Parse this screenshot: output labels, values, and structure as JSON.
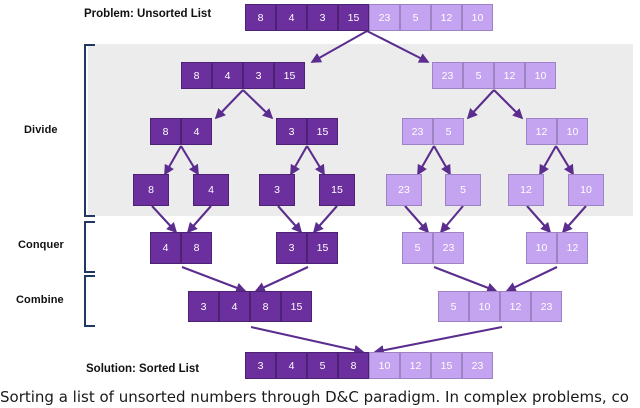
{
  "figure": {
    "caption": "Sorting a list of unsorted numbers through D&C paradigm. In complex problems, co",
    "colors": {
      "dark_purple": "#6b2f9e",
      "light_purple": "#c4a3f0",
      "arrow": "#5b2d8e",
      "bracket": "#1f3864",
      "band": "#ececec"
    }
  },
  "labels": {
    "problem": "Problem: Unsorted List",
    "divide": "Divide",
    "conquer": "Conquer",
    "combine": "Combine",
    "solution": "Solution: Sorted List"
  },
  "chart_data": {
    "type": "diagram",
    "title": "Merge sort divide and conquer tree",
    "levels": [
      {
        "name": "problem",
        "arrays": [
          {
            "values": [
              8,
              4,
              3,
              15,
              23,
              5,
              12,
              10
            ],
            "shades": [
              "dark",
              "dark",
              "dark",
              "dark",
              "light",
              "light",
              "light",
              "light"
            ]
          }
        ]
      },
      {
        "name": "divide-level-1",
        "arrays": [
          {
            "values": [
              8,
              4,
              3,
              15
            ],
            "shades": [
              "dark",
              "dark",
              "dark",
              "dark"
            ]
          },
          {
            "values": [
              23,
              5,
              12,
              10
            ],
            "shades": [
              "light",
              "light",
              "light",
              "light"
            ]
          }
        ]
      },
      {
        "name": "divide-level-2",
        "arrays": [
          {
            "values": [
              8,
              4
            ],
            "shades": [
              "dark",
              "dark"
            ]
          },
          {
            "values": [
              3,
              15
            ],
            "shades": [
              "dark",
              "dark"
            ]
          },
          {
            "values": [
              23,
              5
            ],
            "shades": [
              "light",
              "light"
            ]
          },
          {
            "values": [
              12,
              10
            ],
            "shades": [
              "light",
              "light"
            ]
          }
        ]
      },
      {
        "name": "divide-level-3",
        "arrays": [
          {
            "values": [
              8
            ],
            "shades": [
              "dark"
            ]
          },
          {
            "values": [
              4
            ],
            "shades": [
              "dark"
            ]
          },
          {
            "values": [
              3
            ],
            "shades": [
              "dark"
            ]
          },
          {
            "values": [
              15
            ],
            "shades": [
              "dark"
            ]
          },
          {
            "values": [
              23
            ],
            "shades": [
              "light"
            ]
          },
          {
            "values": [
              5
            ],
            "shades": [
              "light"
            ]
          },
          {
            "values": [
              12
            ],
            "shades": [
              "light"
            ]
          },
          {
            "values": [
              10
            ],
            "shades": [
              "light"
            ]
          }
        ]
      },
      {
        "name": "conquer",
        "arrays": [
          {
            "values": [
              4,
              8
            ],
            "shades": [
              "dark",
              "dark"
            ]
          },
          {
            "values": [
              3,
              15
            ],
            "shades": [
              "dark",
              "dark"
            ]
          },
          {
            "values": [
              5,
              23
            ],
            "shades": [
              "light",
              "light"
            ]
          },
          {
            "values": [
              10,
              12
            ],
            "shades": [
              "light",
              "light"
            ]
          }
        ]
      },
      {
        "name": "combine",
        "arrays": [
          {
            "values": [
              3,
              4,
              8,
              15
            ],
            "shades": [
              "dark",
              "dark",
              "dark",
              "dark"
            ]
          },
          {
            "values": [
              5,
              10,
              12,
              23
            ],
            "shades": [
              "light",
              "light",
              "light",
              "light"
            ]
          }
        ]
      },
      {
        "name": "solution",
        "arrays": [
          {
            "values": [
              3,
              4,
              5,
              8,
              10,
              12,
              15,
              23
            ],
            "shades": [
              "dark",
              "dark",
              "dark",
              "dark",
              "light",
              "light",
              "light",
              "light"
            ]
          }
        ]
      }
    ]
  }
}
